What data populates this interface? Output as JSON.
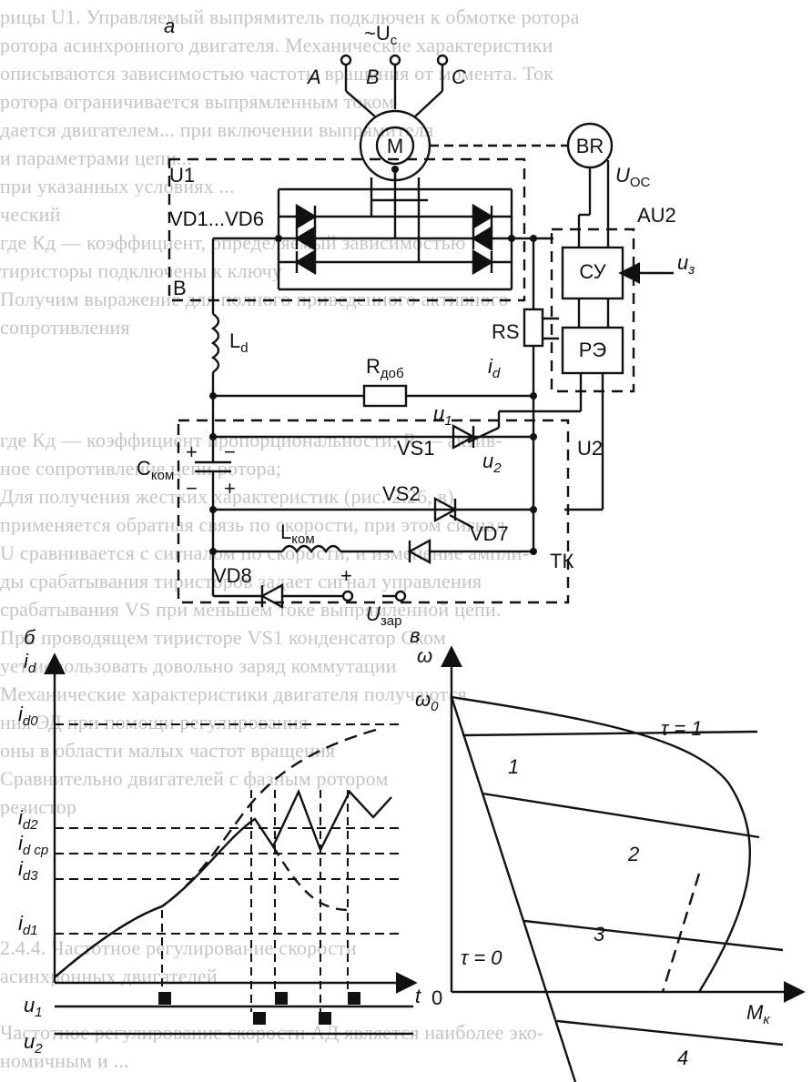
{
  "background_text": [
    "рицы U1. Управляемый выпрямитель подключен к обмотке ротора",
    "ротора асинхронного двигателя. Механические характеристики",
    "описываются зависимостью частоты вращения от момента. Ток",
    "ротора ограничивается выпрямленным током",
    "дается двигателем... при включении выпрямителя",
    "и параметрами цепи...",
    "при указанных условиях ...",
    "ческий",
    "где Кд — коэффициент, определяемый зависимостью",
    "тиристоры подключены к ключу",
    "Получим выражение для полного приведенного активного",
    "сопротивления",
    "",
    "",
    "",
    "где Кд — коэффициент пропорциональности; R — актив-",
    "ное сопротивление цепи ротора;",
    "Для получения жестких характеристик (рис. 2.26, в)",
    "применяется обратная связь по скорости, при этом сигнал",
    "U сравнивается с сигналом по скорости, и изменение ампли-",
    "ды срабатывания тиристоров задает сигнал управления",
    "срабатывания VS при меньшем токе выпрямленной цепи.",
    "При проводящем тиристоре VS1 конденсатор Cком",
    "ует использовать довольно заряд коммутации",
    "Механические характеристики двигателя получаются",
    "ния ЭД при помощи регулирования",
    "оны в области малых частот вращения",
    "Сравнительно двигателей с фазным ротором",
    "резистор",
    "",
    "",
    "",
    "",
    "2.4.4. Частотное регулирование скорости",
    "асинхронных двигателей",
    "",
    "Частотное регулирование скорости АД является наиболее эко-",
    "номичным и ..."
  ],
  "diagram_a": {
    "panel_label": "а",
    "supply_label": "~U",
    "supply_sub": "c",
    "phase_a": "A",
    "phase_b": "B",
    "phase_c": "C",
    "motor": "M",
    "tacho": "BR",
    "u1_block": "U1",
    "rectifier": "VD1...VD6",
    "b_label": "B",
    "feedback_label": "U",
    "feedback_sub": "ОС",
    "au2_label": "AU2",
    "control_unit": "СУ",
    "setpoint_label": "u",
    "setpoint_sub": "з",
    "relay_unit": "РЭ",
    "shunt": "RS",
    "current_label": "i",
    "current_sub": "d",
    "inductor": "L",
    "inductor_sub": "d",
    "resistor": "R",
    "resistor_sub": "доб",
    "u1_pulse": "u",
    "u1_pulse_sub": "1",
    "u2_pulse": "u",
    "u2_pulse_sub": "2",
    "thyristor1": "VS1",
    "thyristor2": "VS2",
    "diode7": "VD7",
    "diode8": "VD8",
    "cap": "C",
    "cap_sub": "ком",
    "lcom": "L",
    "lcom_sub": "ком",
    "u2_block": "U2",
    "tk_label": "ТК",
    "charge_label": "U",
    "charge_sub": "зар",
    "plus_sign": "+",
    "minus_sign": "−"
  },
  "chart_b": {
    "panel_label": "б",
    "y_axis": "i",
    "y_axis_sub": "d",
    "x_axis": "t",
    "levels": [
      {
        "main": "i",
        "sub": "d0"
      },
      {
        "main": "i",
        "sub": "d2"
      },
      {
        "main": "i",
        "sub": "d ср"
      },
      {
        "main": "i",
        "sub": "d3"
      },
      {
        "main": "i",
        "sub": "d1"
      }
    ],
    "u1_label": "u",
    "u1_sub": "1",
    "u2_label": "u",
    "u2_sub": "2"
  },
  "chart_v": {
    "panel_label": "в",
    "y_axis": "ω",
    "y0": "ω",
    "y0_sub": "0",
    "x_axis": "M",
    "x_axis_sub": "к",
    "origin": "0",
    "tau_one": "τ = 1",
    "tau_zero": "τ = 0",
    "curves": [
      "1",
      "2",
      "3",
      "4"
    ]
  }
}
